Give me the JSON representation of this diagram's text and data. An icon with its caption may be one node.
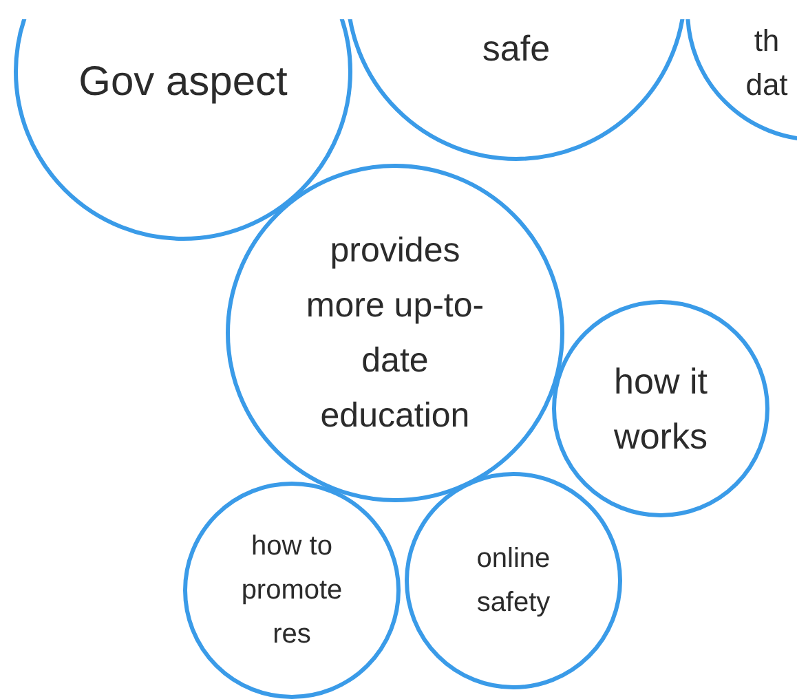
{
  "diagram": {
    "nodes": [
      {
        "text": [
          "Gov aspect"
        ]
      },
      {
        "text": [
          "safe"
        ]
      },
      {
        "text": [
          "th dat"
        ]
      },
      {
        "text": [
          "provides more up-to-date education"
        ]
      },
      {
        "text": [
          "how it works"
        ]
      },
      {
        "text": [
          "how to promote res"
        ]
      },
      {
        "text": [
          "online safety"
        ]
      }
    ]
  }
}
